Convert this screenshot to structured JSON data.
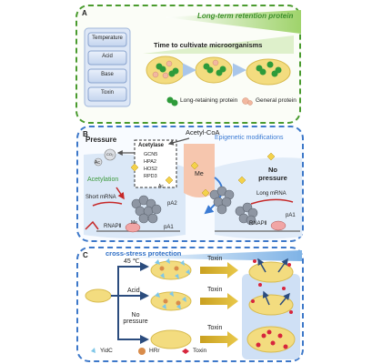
{
  "colors": {
    "panel_a_border": "#4a9b2f",
    "panel_bc_border": "#3d78c9",
    "long_retaining_protein": "#2e9b3a",
    "general_protein": "#f2b8a0",
    "cell_fill": "#f3dc7f",
    "acetylation_green": "#3c9a3c",
    "epigenetic_blue": "#3b7bd4",
    "toxin_red": "#d7263d"
  },
  "panel_a": {
    "label": "A",
    "banner": "Long-term retention protein",
    "stress_buttons": [
      "Temperature",
      "Acid",
      "Base",
      "Toxin"
    ],
    "heading": "Time to cultivate microorganisms",
    "legend": {
      "long_retaining": "Long-retaining protein",
      "general": "General protein"
    }
  },
  "panel_b": {
    "label": "B",
    "acetyl_coa": "Acetyl-CoA",
    "pressure": "Pressure",
    "acetylase_title": "Acetylase",
    "acetylase_list": [
      "GCN5",
      "HPA2",
      "HOS2",
      "RPD3"
    ],
    "acetylation": "Acetylation",
    "ac": "Ac",
    "me": "Me",
    "co2": "CO₂",
    "short_mrna": "Short mRNA",
    "long_mrna": "Long mRNA",
    "rnap": "RNAPⅡ",
    "pa2": "pA2",
    "pa1": "pA1",
    "epigenetic": "Epigenetic modifications",
    "no_pressure": "No pressure"
  },
  "panel_c": {
    "label": "C",
    "banner": "cross-stress protection",
    "conditions": [
      "45 ℃",
      "Acid",
      "No pressure"
    ],
    "toxin": "Toxin",
    "legend": [
      "YidC",
      "HRr",
      "Toxin"
    ]
  }
}
